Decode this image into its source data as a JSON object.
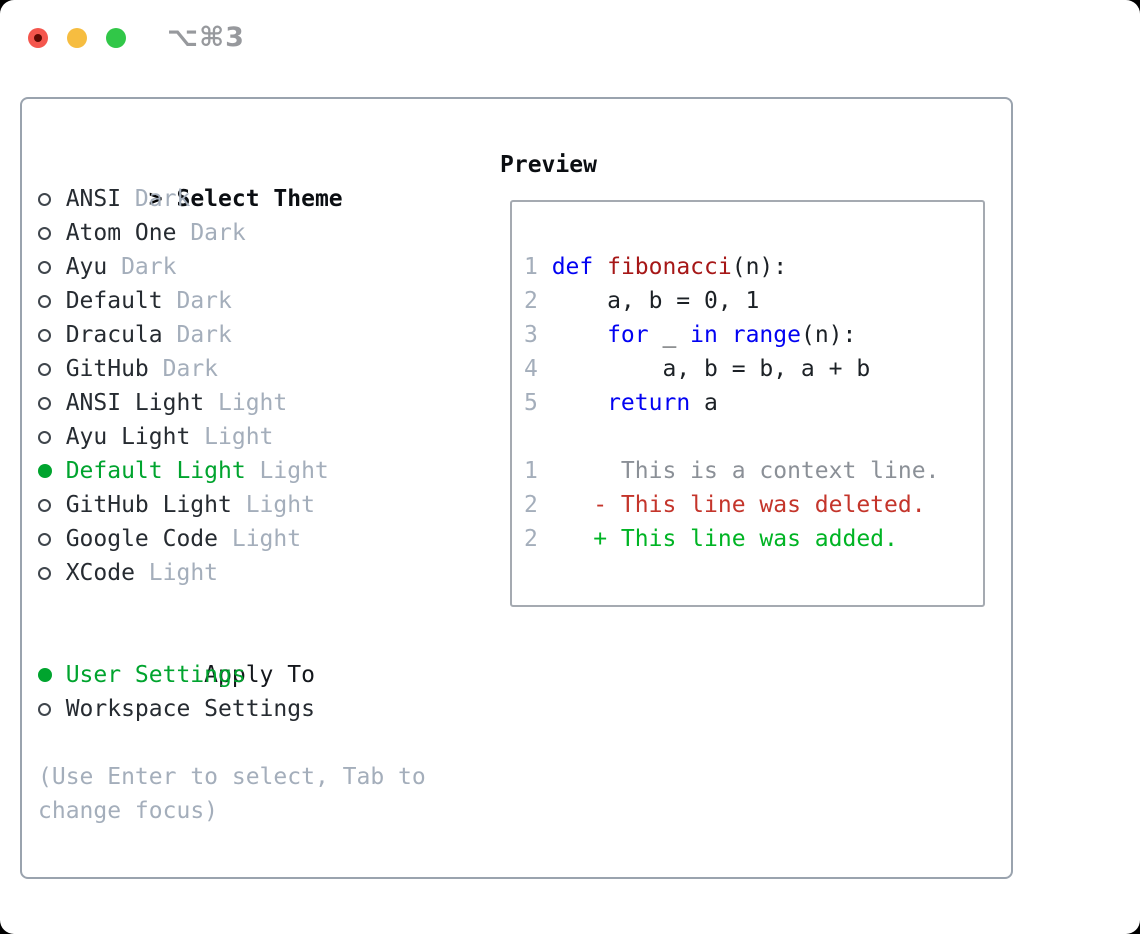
{
  "window": {
    "title": "⌥⌘3"
  },
  "panel": {
    "theme_list": {
      "prompt": ">",
      "header": "Select Theme",
      "items": [
        {
          "name": "ANSI",
          "variant": "Dark",
          "selected": false
        },
        {
          "name": "Atom One",
          "variant": "Dark",
          "selected": false
        },
        {
          "name": "Ayu",
          "variant": "Dark",
          "selected": false
        },
        {
          "name": "Default",
          "variant": "Dark",
          "selected": false
        },
        {
          "name": "Dracula",
          "variant": "Dark",
          "selected": false
        },
        {
          "name": "GitHub",
          "variant": "Dark",
          "selected": false
        },
        {
          "name": "ANSI Light",
          "variant": "Light",
          "selected": false
        },
        {
          "name": "Ayu Light",
          "variant": "Light",
          "selected": false
        },
        {
          "name": "Default Light",
          "variant": "Light",
          "selected": true
        },
        {
          "name": "GitHub Light",
          "variant": "Light",
          "selected": false
        },
        {
          "name": "Google Code",
          "variant": "Light",
          "selected": false
        },
        {
          "name": "XCode",
          "variant": "Light",
          "selected": false
        }
      ]
    },
    "apply_to": {
      "header": "Apply To",
      "options": [
        {
          "name": "User Settings",
          "selected": true
        },
        {
          "name": "Workspace Settings",
          "selected": false
        }
      ]
    },
    "hint": "(Use Enter to select, Tab to change focus)"
  },
  "preview": {
    "header": "Preview",
    "code_lines": [
      {
        "num": "1",
        "tokens": [
          {
            "t": "def",
            "c": "kw"
          },
          {
            "t": " ",
            "c": "plain"
          },
          {
            "t": "fibonacci",
            "c": "fn"
          },
          {
            "t": "(n):",
            "c": "plain"
          }
        ]
      },
      {
        "num": "2",
        "tokens": [
          {
            "t": "    a, b = 0, 1",
            "c": "plain"
          }
        ]
      },
      {
        "num": "3",
        "tokens": [
          {
            "t": "    ",
            "c": "plain"
          },
          {
            "t": "for",
            "c": "kw"
          },
          {
            "t": " _ ",
            "c": "plain"
          },
          {
            "t": "in",
            "c": "kw"
          },
          {
            "t": " ",
            "c": "plain"
          },
          {
            "t": "range",
            "c": "kw"
          },
          {
            "t": "(n):",
            "c": "plain"
          }
        ]
      },
      {
        "num": "4",
        "tokens": [
          {
            "t": "        a, b = b, a + b",
            "c": "plain"
          }
        ]
      },
      {
        "num": "5",
        "tokens": [
          {
            "t": "    ",
            "c": "plain"
          },
          {
            "t": "return",
            "c": "kw"
          },
          {
            "t": " a",
            "c": "plain"
          }
        ]
      }
    ],
    "diff_lines": [
      {
        "num": "1",
        "kind": "ctx",
        "text": "     This is a context line."
      },
      {
        "num": "2",
        "kind": "del",
        "text": "   - This line was deleted."
      },
      {
        "num": "2",
        "kind": "add",
        "text": "   + This line was added."
      }
    ]
  },
  "colors": {
    "keyword": "#0202f2",
    "function_name": "#a61717",
    "code_text": "#1c2126",
    "context": "#8b9097",
    "deleted": "#c4352b",
    "added": "#00b424",
    "selected": "#00a42e",
    "muted": "#a4aebb",
    "gutter": "#a4aebb",
    "title_gray": "#97999d",
    "panel_border": "#9aa3ae",
    "preview_border": "#a5aab1",
    "light_close": "#f4564d",
    "light_minimize": "#f6bd40",
    "light_maximize": "#31c748"
  }
}
